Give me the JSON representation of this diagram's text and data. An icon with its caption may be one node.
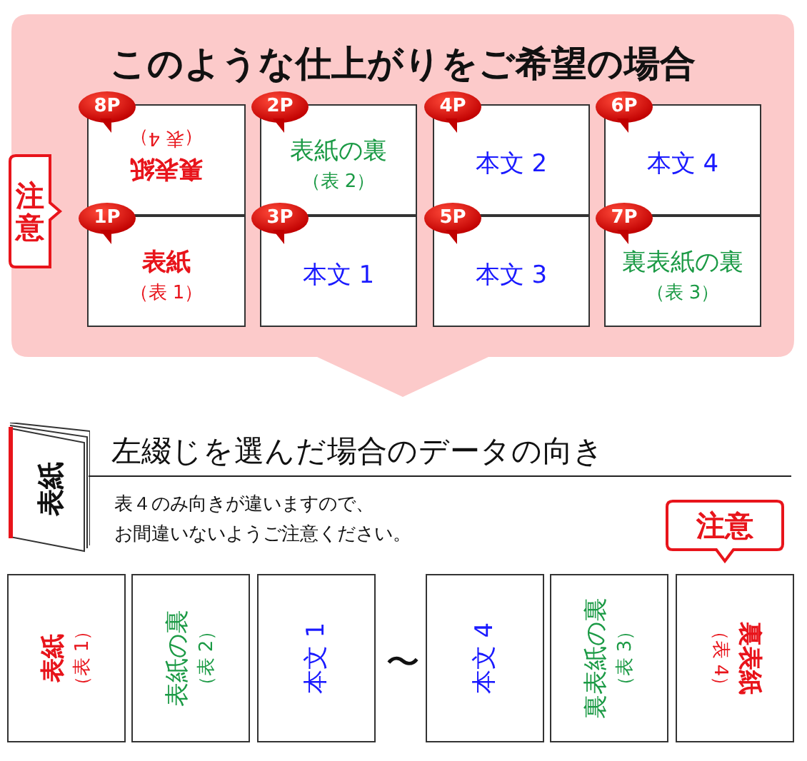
{
  "diagram": {
    "title": "このような仕上がりをご希望の場合",
    "nodes": [
      {
        "text": [],
        "shape": "box"
      },
      {
        "text": [
          "8P",
          "裏表紙",
          "（表 4）"
        ],
        "in": 0
      },
      {
        "text": [
          "2P",
          "表紙の裏",
          "（表 2）"
        ],
        "in": 0
      },
      {
        "text": [
          "4P",
          "本文 2"
        ],
        "in": 0
      },
      {
        "text": [
          "6P",
          "本文 4"
        ],
        "in": 0
      },
      {
        "text": [
          "1P",
          "表紙",
          "（表 1）"
        ],
        "in": 0
      },
      {
        "text": [
          "3P",
          "本文 1"
        ],
        "in": 0
      },
      {
        "text": [
          "5P",
          "本文 3"
        ],
        "in": 0
      },
      {
        "text": [
          "7P",
          "裏表紙の裏",
          "（表 3）"
        ],
        "in": 0
      },
      {
        "text": [
          "注意"
        ],
        "in": 0
      },
      {
        "text": [
          "表紙"
        ]
      },
      {
        "text": [
          "注意"
        ]
      },
      {
        "text": [
          "表紙",
          "（表 1）"
        ]
      },
      {
        "text": [
          "表紙の裏",
          "（表 2）"
        ]
      },
      {
        "text": [
          "本文 1"
        ]
      },
      {
        "text": [
          "本文 4"
        ]
      },
      {
        "text": [
          "裏表紙の裏",
          "（表 3）"
        ]
      },
      {
        "text": [
          "裏表紙",
          "（表 4）"
        ]
      }
    ],
    "labels": [
      "左綴じを選んだ場合のデータの向き",
      "表４のみ向きが違いますので、",
      "お間違いないようご注意ください。",
      "〜"
    ]
  }
}
